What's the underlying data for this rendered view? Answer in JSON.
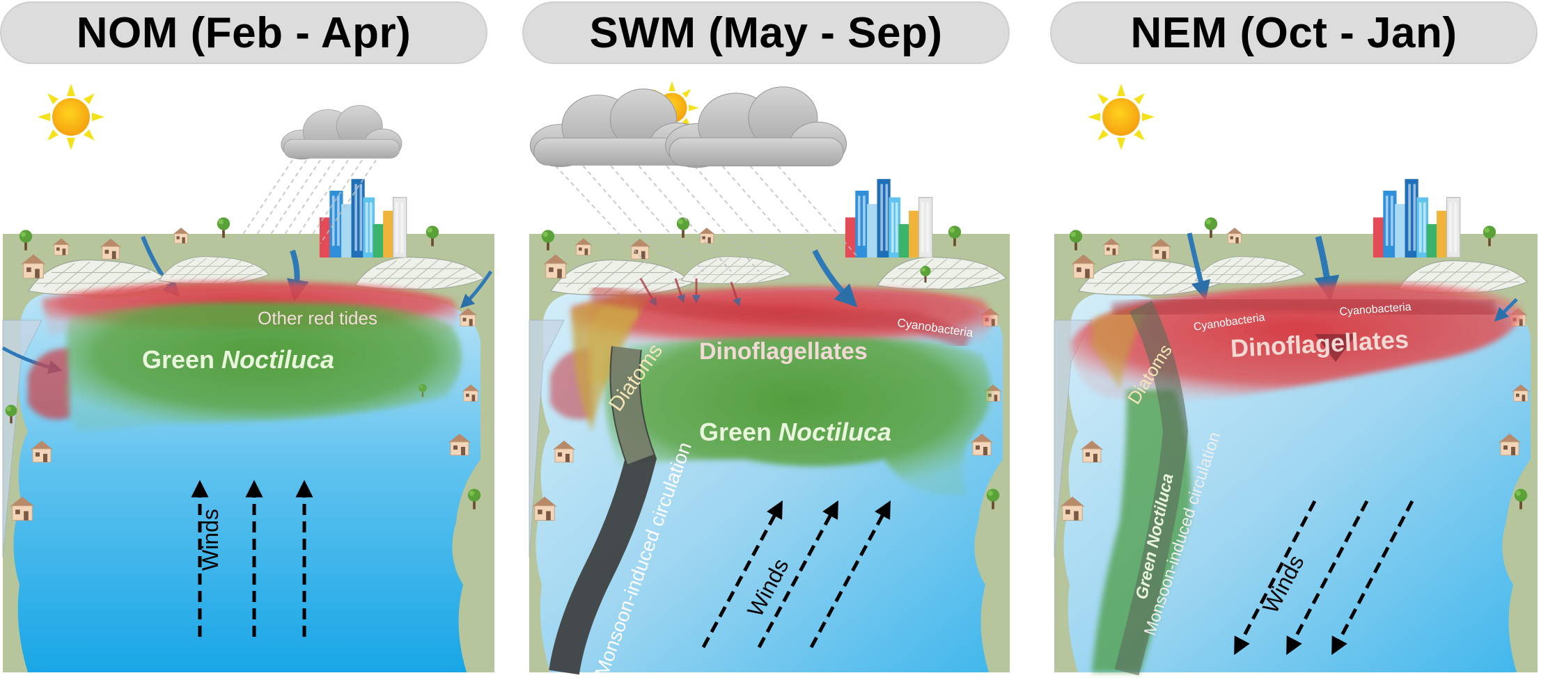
{
  "panels": [
    {
      "season": "NOM (Feb - Apr)",
      "labels": {
        "other_red_tides": "Other red tides",
        "green_noctiluca_prefix": "Green ",
        "green_noctiluca_italic": "Noctiluca",
        "winds": "Winds"
      }
    },
    {
      "season": "SWM (May - Sep)",
      "labels": {
        "dinoflagellates": "Dinoflagellates",
        "cyanobacteria": "Cyanobacteria",
        "diatoms": "Diatoms",
        "monsoon_circulation": "Monsoon-induced circulation",
        "green_noctiluca_prefix": "Green ",
        "green_noctiluca_italic": "Noctiluca",
        "winds": "Winds"
      }
    },
    {
      "season": "NEM (Oct - Jan)",
      "labels": {
        "cyanobacteria_left": "Cyanobacteria",
        "cyanobacteria_right": "Cyanobacteria",
        "dinoflagellates": "Dinoflagellates",
        "diatoms": "Diatoms",
        "green_noctiluca": "Green Noctiluca",
        "monsoon_circulation": "Monsoon-induced circulation",
        "winds": "Winds"
      }
    }
  ],
  "colors": {
    "land": "#b5c49a",
    "sea": "#35b4ea",
    "sea_light": "#bfe3f5",
    "red_tide": "#d9454b",
    "green_bloom": "#4e9a3a",
    "diatom": "#c9a13d",
    "sun": "#f8b41a",
    "pill": "#dcdcdc"
  }
}
